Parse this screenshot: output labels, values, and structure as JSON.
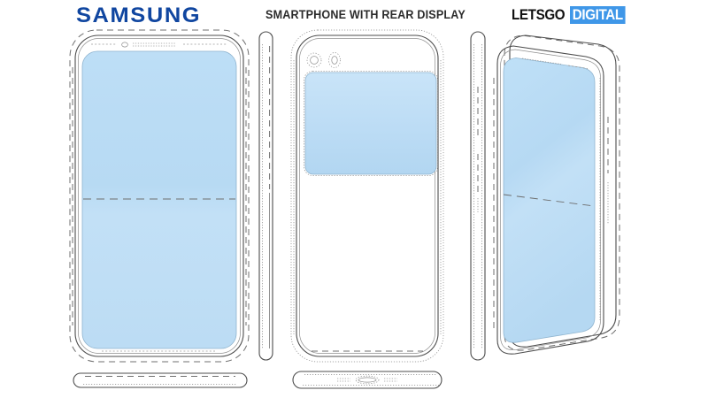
{
  "header": {
    "brand_logo_text": "SAMSUNG",
    "title": "SMARTPHONE WITH REAR DISPLAY",
    "watermark_part1": "LETSGO",
    "watermark_part2": "DIGITAL",
    "brand_color": "#1046a0",
    "watermark_accent_color": "#3f97e8"
  },
  "diagram": {
    "type": "patent-drawing",
    "subject": "Samsung foldable smartphone with rear display",
    "display_fill_color": "#bcdcf5",
    "outline_color": "#4d4d4d",
    "dashed_outline_color": "#6f6f6f",
    "views": [
      {
        "id": "front-view",
        "label": "Front view",
        "features": [
          "full-screen front display",
          "earpiece speaker grille",
          "front camera dot",
          "horizontal dashed fold line across mid display",
          "dashed claim-boundary outline"
        ]
      },
      {
        "id": "left-edge-view",
        "label": "Left side edge view",
        "features": [
          "slim rounded pill profile",
          "dashed upper edge"
        ]
      },
      {
        "id": "rear-view",
        "label": "Rear view",
        "features": [
          "dual circular camera lenses (dashed)",
          "rear secondary display panel",
          "dashed claim-boundary outline"
        ]
      },
      {
        "id": "right-edge-view",
        "label": "Right side edge view",
        "features": [
          "slim rounded pill profile",
          "volume and power button indents"
        ]
      },
      {
        "id": "perspective-view",
        "label": "Perspective view",
        "features": [
          "angled three-quarter view",
          "front display visible",
          "dashed fold line across display"
        ]
      },
      {
        "id": "front-bottom-edge-view",
        "label": "Bottom edge view of front",
        "features": [
          "thin rounded pill profile",
          "dashed trim"
        ]
      },
      {
        "id": "rear-bottom-edge-view",
        "label": "Bottom edge view of rear",
        "features": [
          "USB-C port centered",
          "speaker grilles on both sides"
        ]
      }
    ]
  }
}
